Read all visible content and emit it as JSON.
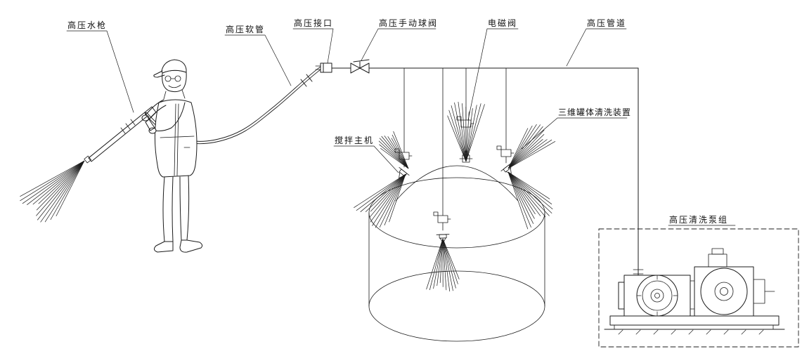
{
  "colors": {
    "ink": "#1b1b1b",
    "background": "#ffffff"
  },
  "labels": {
    "water_gun": "高压水枪",
    "hose": "高压软管",
    "connector": "高压接口",
    "manual_ball_valve": "高压手动球阀",
    "solenoid_valve": "电磁阀",
    "pipeline": "高压管道",
    "mixer": "搅拌主机",
    "tank_cleaning_device": "三维罐体清洗装置",
    "pump_unit": "高压清洗泵组"
  }
}
